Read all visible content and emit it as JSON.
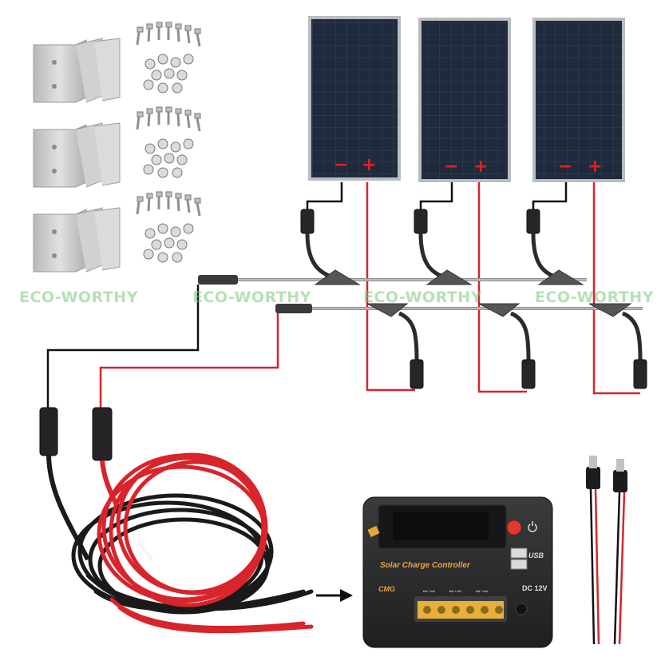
{
  "watermark": {
    "text": "ECO-WORTHY",
    "color": "#7ac87a"
  },
  "panels": [
    {
      "minus": "−",
      "plus": "+"
    },
    {
      "minus": "−",
      "plus": "+"
    },
    {
      "minus": "−",
      "plus": "+"
    }
  ],
  "controller": {
    "label": "Solar Charge Controller",
    "brand": "CMG",
    "usb_label": "USB",
    "dc_label": "DC 12V",
    "power_icon": "power-icon"
  },
  "colors": {
    "red_wire": "#d8242b",
    "black_wire": "#111111",
    "panel": "#1d2738",
    "bracket": "#c9cbcd",
    "accent": "#e9a43a"
  }
}
